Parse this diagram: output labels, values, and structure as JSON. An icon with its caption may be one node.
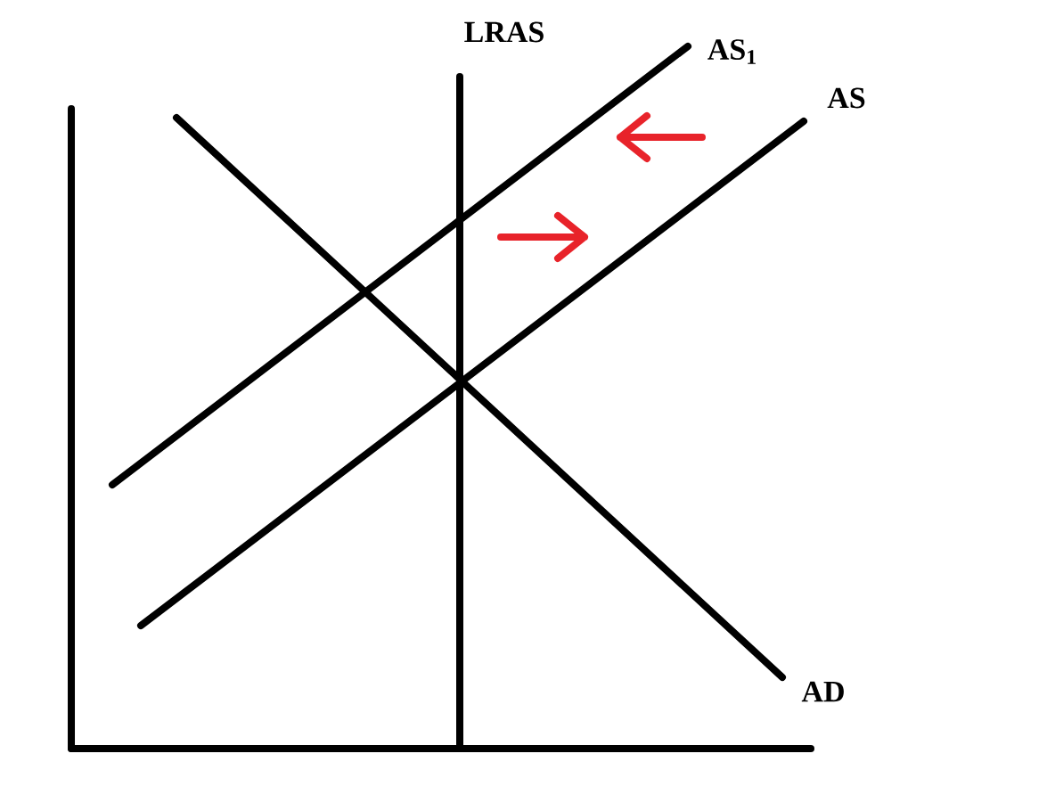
{
  "diagram": {
    "labels": [
      "LRAS",
      "AS$_{1}$",
      "AS",
      "AD"
    ]
  }
}
